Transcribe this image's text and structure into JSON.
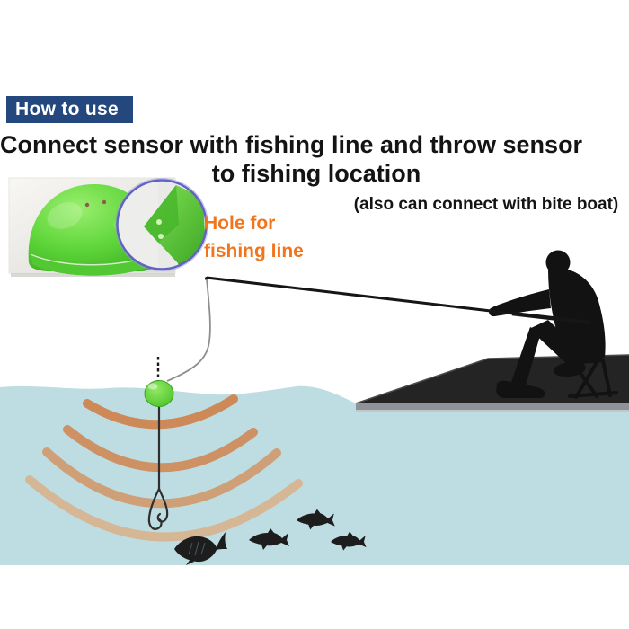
{
  "header": {
    "badge": "How to use"
  },
  "instruction": {
    "line1": "Connect sensor with fishing line and throw sensor",
    "line2": "to fishing location",
    "note": "(also can connect with bite boat)"
  },
  "callout": {
    "line1": "Hole for",
    "line2": "fishing line"
  },
  "icons": {
    "magnifier": "zoom-circle-showing-line-hole",
    "sensor": "green-dome-sonar-sensor",
    "sonar": "four-arc-sound-waves",
    "fisherman": "seated-fisherman-silhouette",
    "fish": "fish-silhouettes",
    "hook": "double-fishing-hook"
  },
  "colors": {
    "badge-bg": "#24477d",
    "headline": "#141414",
    "callout-orange": "#f1751d",
    "water": "#bedde2",
    "dock": "#242424",
    "dock-edge": "#8f9296",
    "silhouette": "#121212",
    "fish": "#1d1d1d",
    "sensor-green": "#5ecf3a",
    "magnifier-rim": "#6161c6",
    "arc-1": "#cd8a58",
    "arc-2": "#cd9164",
    "arc-3": "#cfa077",
    "arc-4": "#d6b795"
  }
}
